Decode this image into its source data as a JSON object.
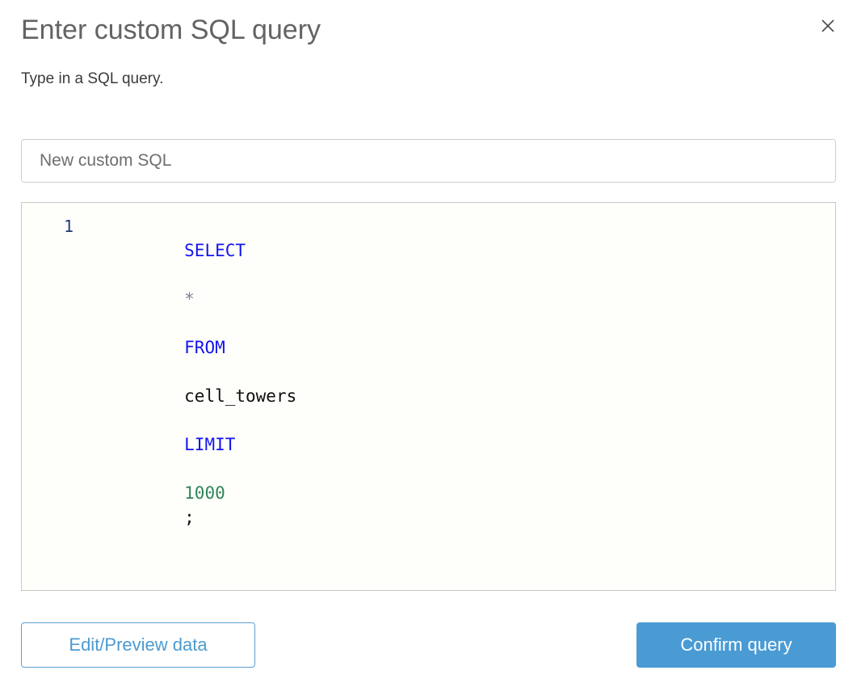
{
  "dialog": {
    "title": "Enter custom SQL query",
    "subtitle": "Type in a SQL query.",
    "close_icon": "close-icon"
  },
  "name_field": {
    "value": "New custom SQL",
    "placeholder": "New custom SQL"
  },
  "editor": {
    "line_numbers": [
      "1"
    ],
    "query_text": "SELECT * FROM cell_towers LIMIT 1000;",
    "tokens": [
      {
        "text": "SELECT",
        "type": "keyword"
      },
      {
        "text": " ",
        "type": "plain"
      },
      {
        "text": "*",
        "type": "operator"
      },
      {
        "text": " ",
        "type": "plain"
      },
      {
        "text": "FROM",
        "type": "keyword"
      },
      {
        "text": " ",
        "type": "plain"
      },
      {
        "text": "cell_towers",
        "type": "ident"
      },
      {
        "text": " ",
        "type": "plain"
      },
      {
        "text": "LIMIT",
        "type": "keyword"
      },
      {
        "text": " ",
        "type": "plain"
      },
      {
        "text": "1000",
        "type": "number"
      },
      {
        "text": ";",
        "type": "punct"
      }
    ]
  },
  "footer": {
    "secondary_label": "Edit/Preview data",
    "primary_label": "Confirm query"
  },
  "colors": {
    "accent": "#4a9bd4",
    "accent_border": "#5b9fd4",
    "title_text": "#636363",
    "body_text": "#3b3b3b",
    "keyword": "#1414f0",
    "number": "#2f8558",
    "operator": "#7b8494",
    "line_number": "#203a72",
    "editor_bg": "#fefffa",
    "border": "#cfcfcf"
  }
}
